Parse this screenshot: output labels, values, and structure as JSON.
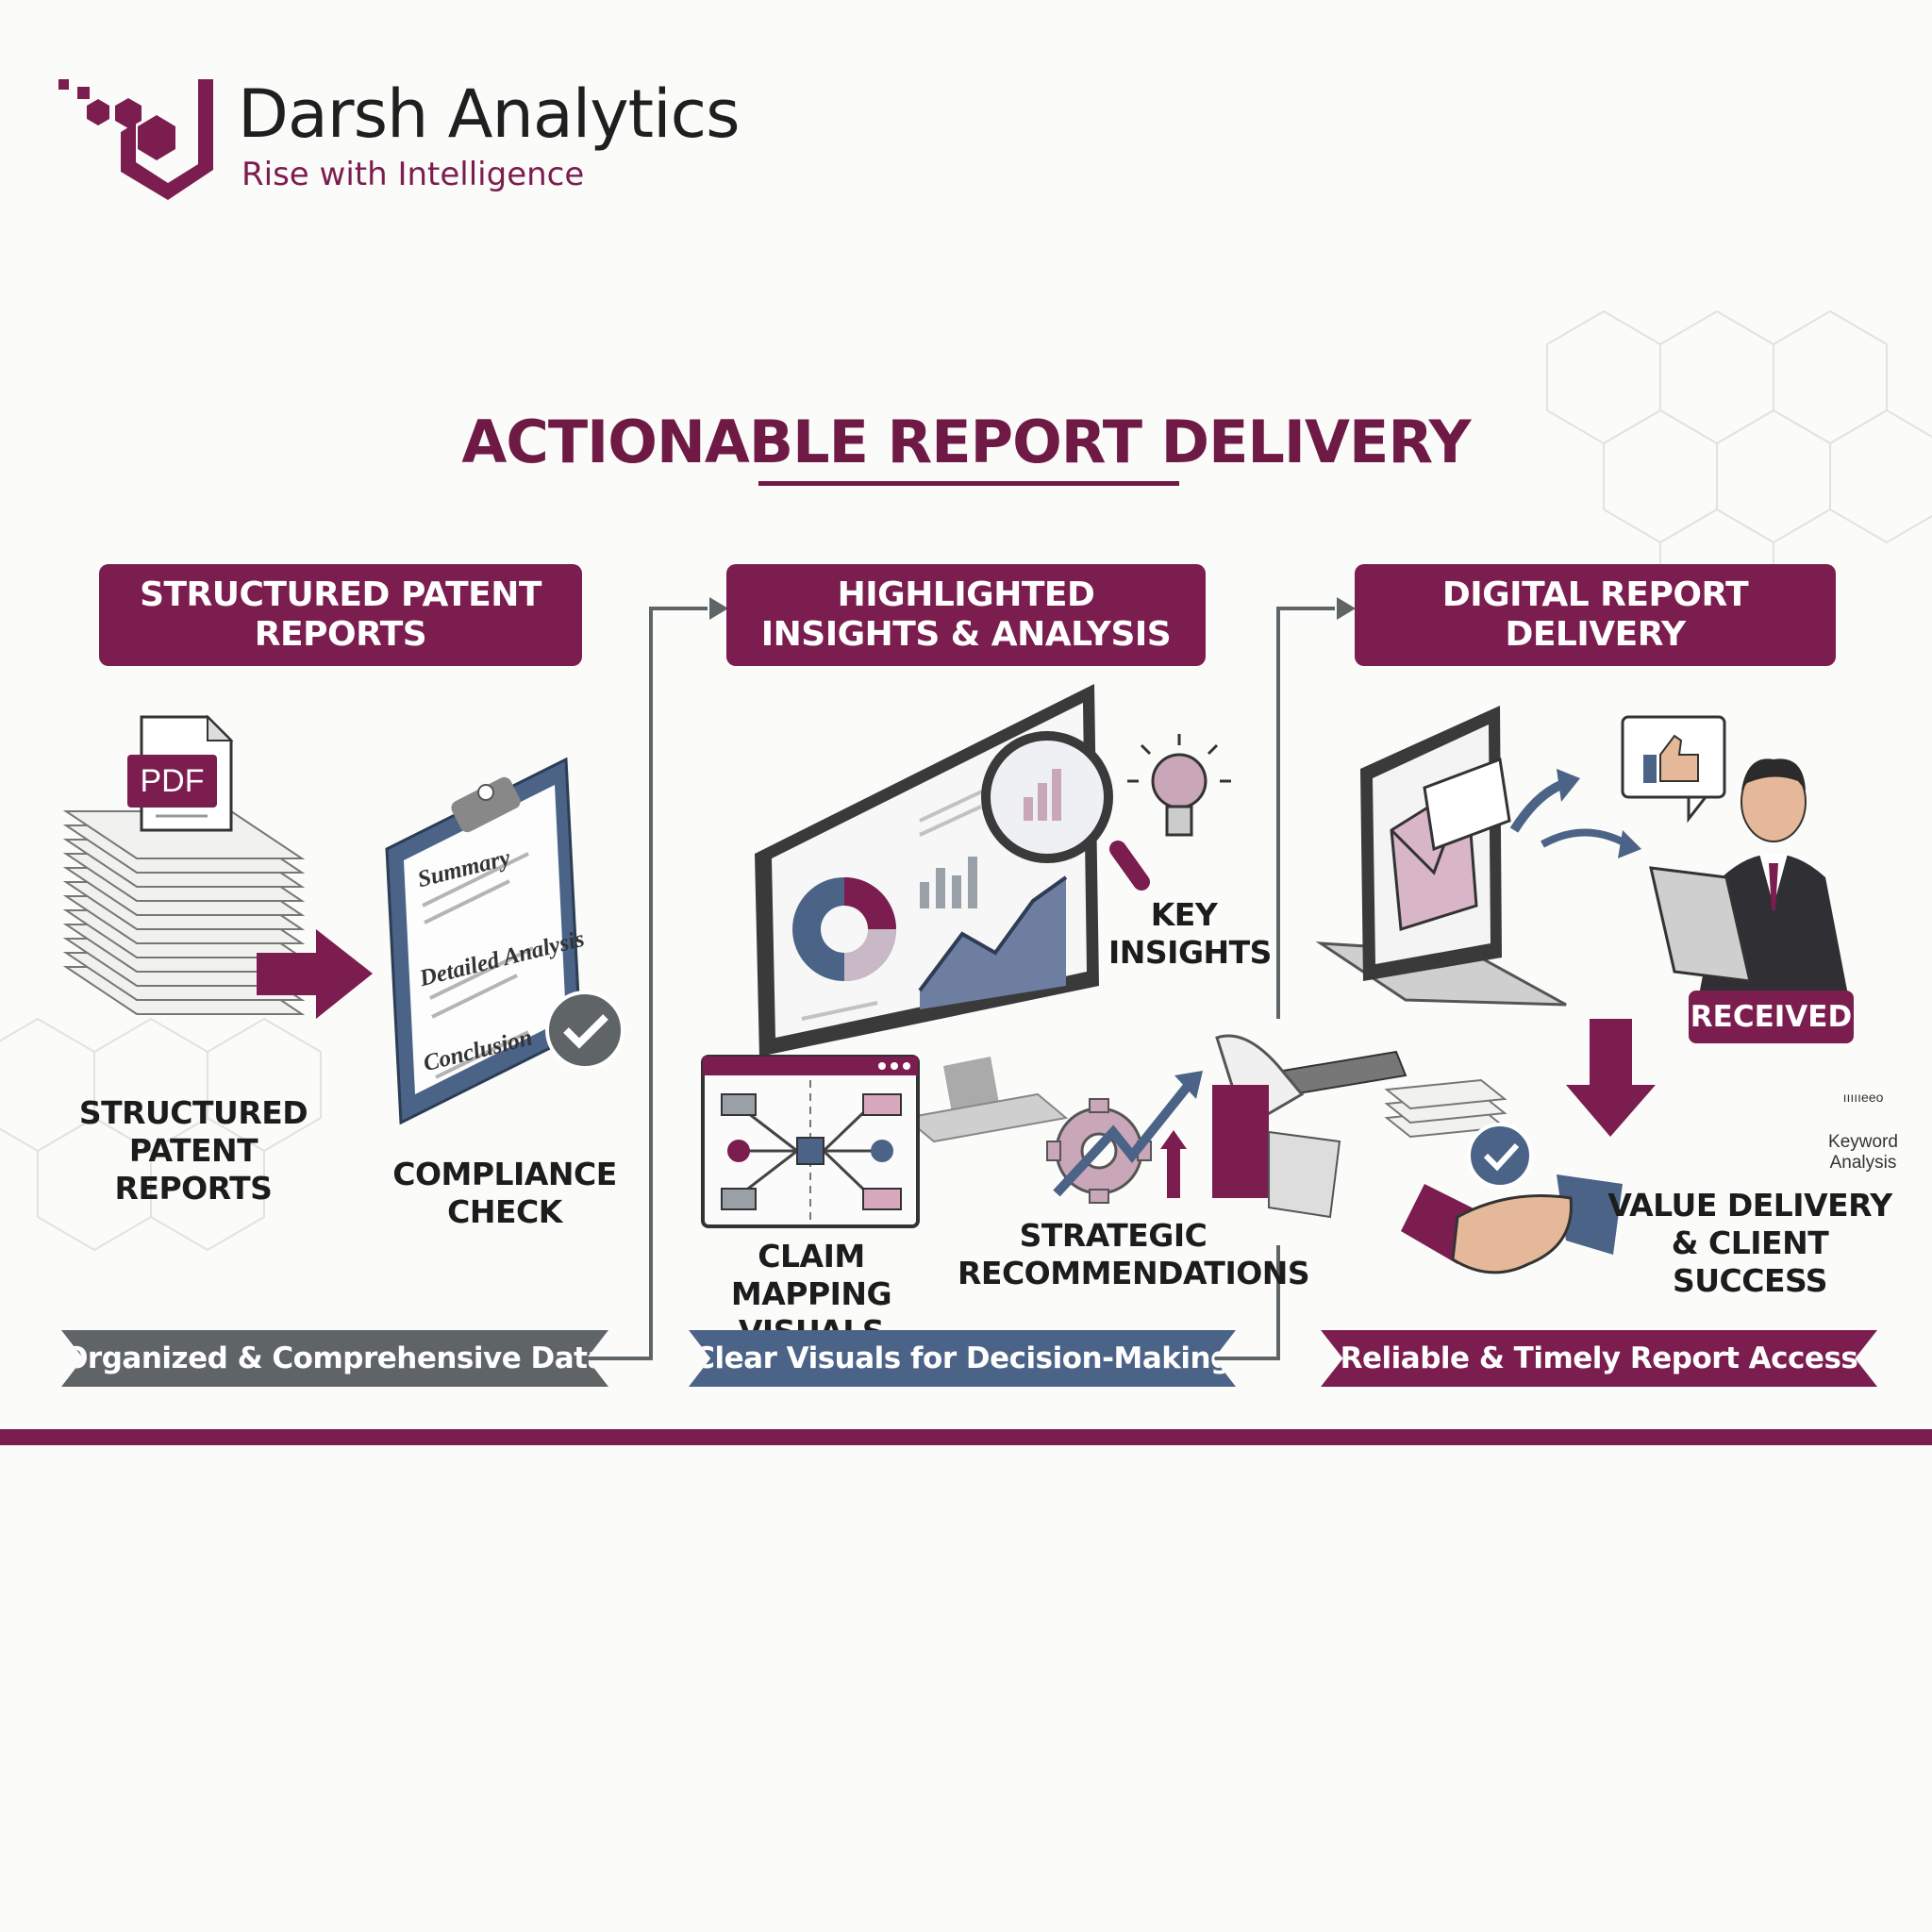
{
  "brand": {
    "name": "Darsh Analytics",
    "tagline": "Rise with Intelligence",
    "logo_icon": "hexagon-d-logo-icon"
  },
  "title": "ACTIONABLE REPORT DELIVERY",
  "colors": {
    "primary": "#7b1d4f",
    "slate": "#4a6387",
    "gray": "#5f6566",
    "background": "#fbfbf9"
  },
  "sections": [
    {
      "header": "STRUCTURED PATENT REPORTS",
      "labels": {
        "stack": "STRUCTURED PATENT REPORTS",
        "pdf": "PDF",
        "clipboard_items": [
          "Summary",
          "Detailed Analysis",
          "Conclusion"
        ],
        "compliance": "COMPLIANCE CHECK"
      },
      "ribbon": "Organized & Comprehensive Data",
      "icons": [
        "pdf-document-icon",
        "document-stack-icon",
        "clipboard-icon",
        "checkmark-icon",
        "right-arrow-icon"
      ]
    },
    {
      "header": "HIGHLIGHTED INSIGHTS & ANALYSIS",
      "labels": {
        "key_insights": "KEY INSIGHTS",
        "claim_mapping": "CLAIM MAPPING VISUALS",
        "strategic": "STRATEGIC RECOMMENDATIONS"
      },
      "ribbon": "Clear Visuals for Decision-Making",
      "icons": [
        "monitor-dashboard-icon",
        "magnifier-icon",
        "lightbulb-icon",
        "flowchart-window-icon",
        "gear-growth-icon"
      ]
    },
    {
      "header": "DIGITAL REPORT DELIVERY",
      "labels": {
        "received": "RECEIVED",
        "value_delivery": "VALUE DELIVERY & CLIENT SUCCESS",
        "keyword_top": "ıııııeeo",
        "keyword": "Keyword Analysis"
      },
      "ribbon": "Reliable & Timely Report Access",
      "icons": [
        "laptop-email-icon",
        "thumbs-up-icon",
        "businessman-tablet-icon",
        "down-arrow-icon",
        "handshake-icon",
        "checkmark-icon"
      ]
    }
  ]
}
